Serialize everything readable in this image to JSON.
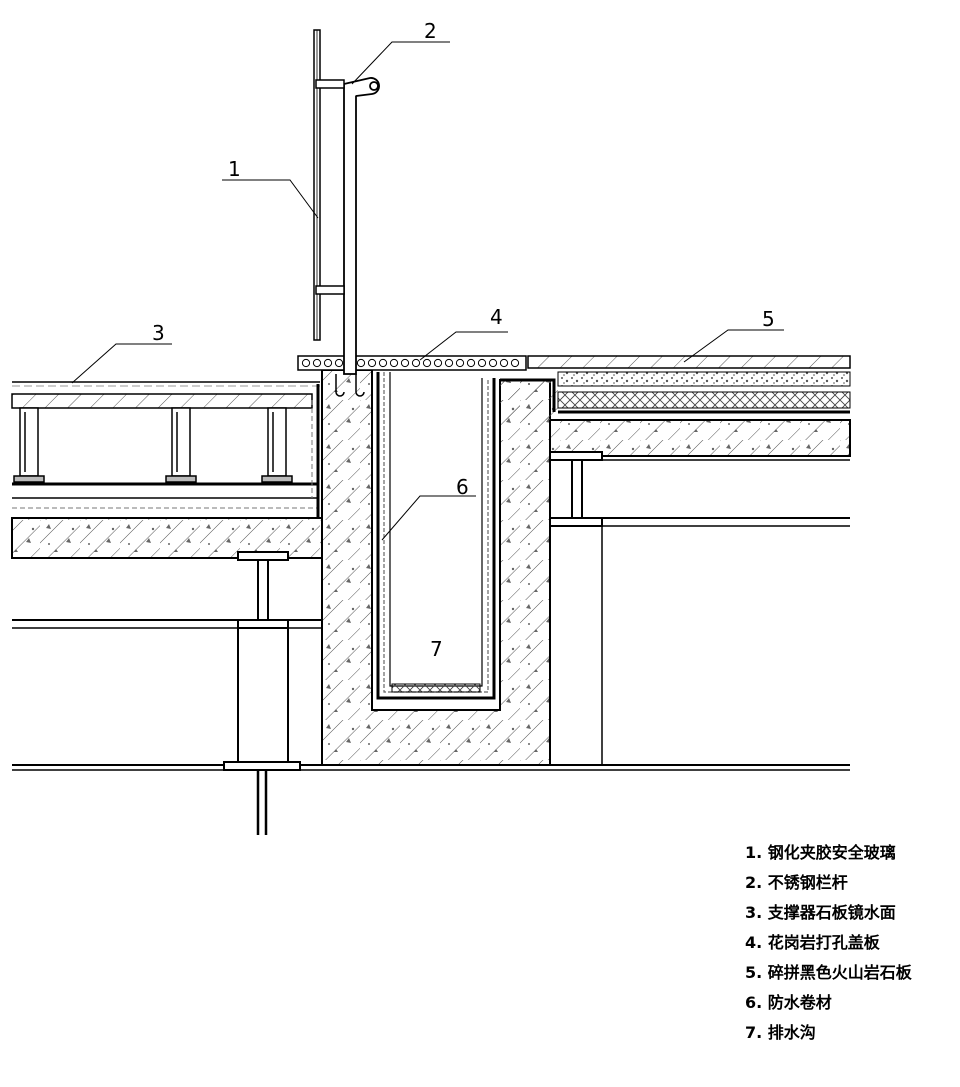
{
  "callouts": {
    "c1": "1",
    "c2": "2",
    "c3": "3",
    "c4": "4",
    "c5": "5",
    "c6": "6",
    "c7": "7"
  },
  "legend": [
    "1. 钢化夹胶安全玻璃",
    "2. 不锈钢栏杆",
    "3. 支撑器石板镜水面",
    "4. 花岗岩打孔盖板",
    "5. 碎拼黑色火山岩石板",
    "6. 防水卷材",
    "7. 排水沟"
  ]
}
